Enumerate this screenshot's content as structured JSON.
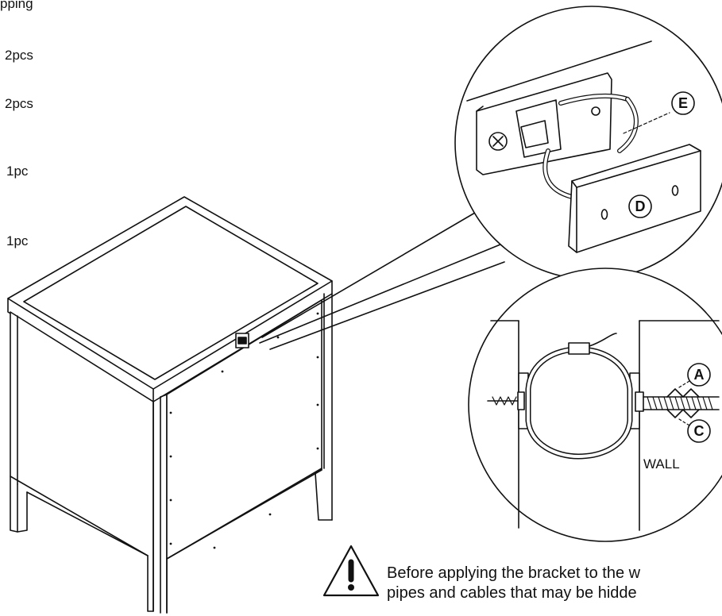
{
  "header_fragment": "pping",
  "quantities": [
    "2pcs",
    "2pcs",
    "1pc",
    "1pc"
  ],
  "callouts": {
    "e": "E",
    "d": "D",
    "a": "A",
    "c": "C"
  },
  "wall_label": "WALL",
  "warning": {
    "line1": "Before applying the bracket to the w",
    "line2": "pipes and cables that may be hidde"
  }
}
